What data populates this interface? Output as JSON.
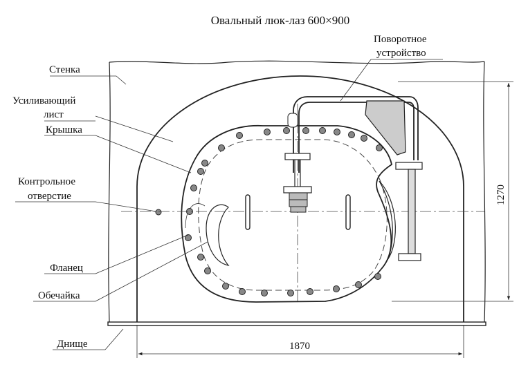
{
  "title": "Овальный люк-лаз 600×900",
  "labels": {
    "wall": "Стенка",
    "reinforcing_line1": "Усиливающий",
    "reinforcing_line2": "лист",
    "cover": "Крышка",
    "control_line1": "Контрольное",
    "control_line2": "отверстие",
    "flange": "Фланец",
    "shell": "Обечайка",
    "bottom": "Днище",
    "rotary_line1": "Поворотное",
    "rotary_line2": "устройство"
  },
  "dimensions": {
    "width": "1870",
    "height": "1270"
  }
}
